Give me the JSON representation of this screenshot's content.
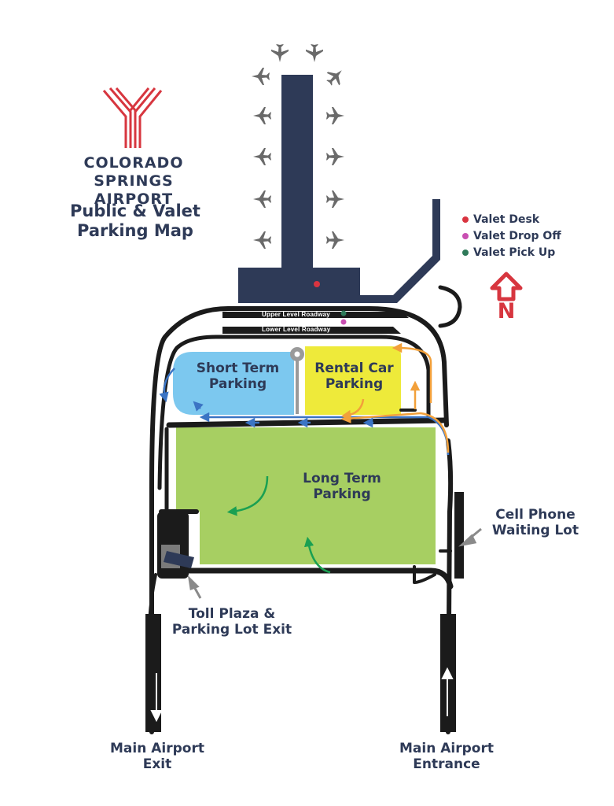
{
  "header": {
    "brand_line1": "COLORADO SPRINGS",
    "brand_line2": "AIRPORT",
    "title_line1": "Public & Valet",
    "title_line2": "Parking Map"
  },
  "legend": {
    "items": [
      {
        "label": "Valet Desk",
        "color": "#d93440"
      },
      {
        "label": "Valet Drop Off",
        "color": "#c94fb2"
      },
      {
        "label": "Valet Pick Up",
        "color": "#2f7a5a"
      }
    ],
    "north": "N"
  },
  "roads": {
    "upper": "Upper Level Roadway",
    "lower": "Lower Level Roadway"
  },
  "lots": {
    "short_term": {
      "line1": "Short Term",
      "line2": "Parking",
      "color": "#7cc8ef"
    },
    "rental_car": {
      "line1": "Rental Car",
      "line2": "Parking",
      "color": "#eeea3a"
    },
    "long_term": {
      "line1": "Long Term",
      "line2": "Parking",
      "color": "#a7cf62"
    }
  },
  "places": {
    "cell_phone": {
      "line1": "Cell Phone",
      "line2": "Waiting Lot"
    },
    "toll_plaza": {
      "line1": "Toll Plaza &",
      "line2": "Parking Lot Exit"
    },
    "exit": {
      "line1": "Main Airport",
      "line2": "Exit"
    },
    "entrance": {
      "line1": "Main Airport",
      "line2": "Entrance"
    }
  },
  "colors": {
    "road": "#1b1b1b",
    "terminal": "#2e3a57",
    "flow_blue": "#3b74c4",
    "flow_orange": "#f2a03a",
    "flow_green": "#1aa052",
    "logo_red": "#d7363f",
    "plane": "#6a6a6a"
  },
  "icons": [
    "airport-logo-icon",
    "airplane-icon",
    "north-arrow-icon",
    "direction-arrow-icon"
  ]
}
